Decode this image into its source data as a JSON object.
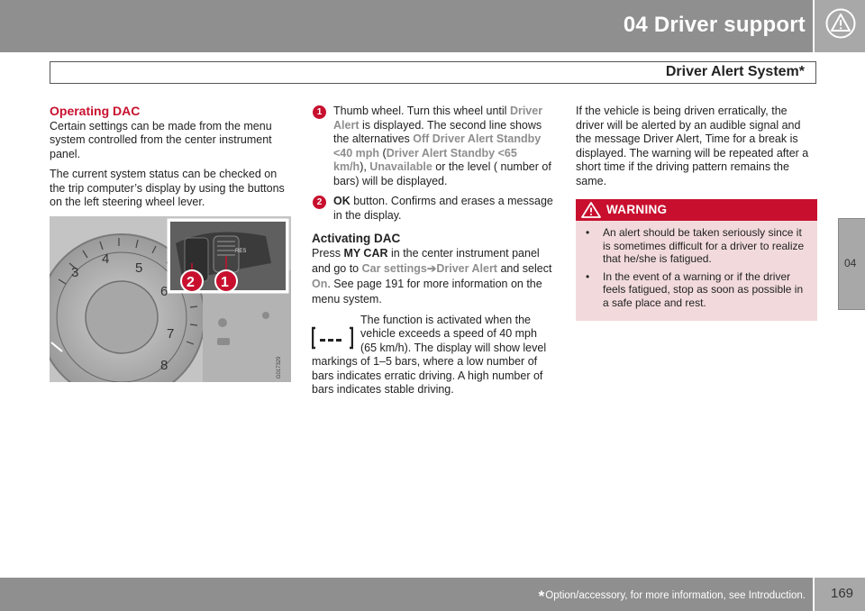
{
  "header": {
    "chapter_title": "04  Driver support",
    "section_title": "Driver Alert System*",
    "icon": "warning-triangle-icon"
  },
  "side_tab": {
    "label": "04"
  },
  "col1": {
    "heading": "Operating DAC",
    "para1": "Certain settings can be made from the menu system controlled from the center instrument panel.",
    "para2": "The current system status can be checked on the trip computer’s display by using the but­tons on the left steering wheel lever.",
    "figure": {
      "callout_1": "1",
      "callout_2": "2",
      "gauge_numbers": [
        "3",
        "4",
        "5",
        "6",
        "7",
        "8"
      ],
      "image_code": "G017329"
    }
  },
  "col2": {
    "item1": {
      "num": "1",
      "t1": "Thumb wheel. Turn this wheel until ",
      "h1": "Driver Alert",
      "t2": " is displayed. The second line shows the alternatives ",
      "h2": "Off Driver Alert Standby <40 mph",
      "t3": " (",
      "h3": "Driver Alert Standby <65 km/h",
      "t4": "), ",
      "h4": "Unavailable",
      "t5": " or the level ( number of bars) will be displayed."
    },
    "item2": {
      "num": "2",
      "bold": "OK",
      "text": " button. Confirms and erases a mes­sage in the display."
    },
    "activating": {
      "heading": "Activating DAC",
      "t1": "Press ",
      "b1": "MY CAR",
      "t2": " in the center instrument panel and go to ",
      "h1": "Car settings",
      "arrow": "➔",
      "h2": "Driver Alert",
      "t3": " and select ",
      "h3": "On",
      "t4": ". See page 191 for more information on the menu system."
    },
    "function_text": "The function is activated when the vehicle exceeds a speed of 40 mph (65 km/h). The display will show level markings of 1–5 bars, where a low number of bars indicates erratic driving. A high number of bars indicates stable driving.",
    "icon": "dac-level-bars-icon"
  },
  "col3": {
    "para": "If the vehicle is being driven erratically, the driver will be alerted by an audible signal and the message Driver Alert, Time for a break is displayed. The warning will be repeated after a short time if the driving pattern remains the same.",
    "warning": {
      "title": "WARNING",
      "items": [
        "An alert should be taken seriously since it is sometimes difficult for a driver to realize that he/she is fatigued.",
        "In the event of a warning or if the driver feels fatigued, stop as soon as possible in a safe place and rest."
      ]
    }
  },
  "footer": {
    "star": "*",
    "note": "Option/accessory, for more information, see Introduction.",
    "page": "169"
  },
  "colors": {
    "accent_red": "#c8102e",
    "highlight_gray": "#8e8e8e",
    "bar_gray": "#8f8f8f",
    "warning_bg": "#f2dadc"
  }
}
